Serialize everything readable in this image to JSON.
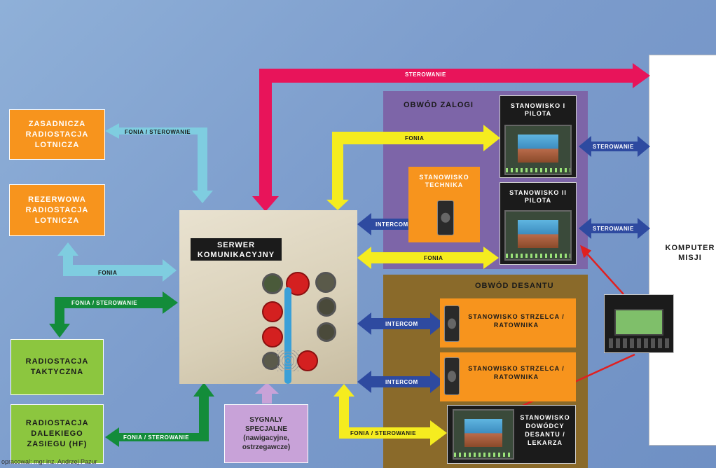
{
  "left_radios": {
    "zasadnicza": "ZASADNICZA RADIOSTACJA LOTNICZA",
    "rezerwowa": "REZERWOWA RADIOSTACJA LOTNICZA",
    "taktyczna": "RADIOSTACJA TAKTYCZNA",
    "dalekiego": "RADIOSTACJA DALEKIEGO ZASIEGU (HF)"
  },
  "server": {
    "label": "SERWER KOMUNIKACYJNY"
  },
  "signals": {
    "label": "SYGNALY SPECJALNE (nawigacyjne, ostrzegawcze)"
  },
  "crew": {
    "title": "OBWÓD ZALOGI",
    "pilot1": "STANOWISKO I PILOTA",
    "pilot2": "STANOWISKO II PILOTA",
    "technik": "STANOWISKO TECHNIKA"
  },
  "landing": {
    "title": "OBWÓD DESANTU",
    "strzelec1": "STANOWISKO STRZELCA / RATOWNIKA",
    "strzelec2": "STANOWISKO STRZELCA / RATOWNIKA",
    "dowodca": "STANOWISKO DOWÓDCY DESANTU / LEKARZA"
  },
  "computer": {
    "label": "KOMPUTER MISJI"
  },
  "arrows": {
    "sterowanie_top": "STEROWANIE",
    "fonia_sterowanie_1": "FONIA / STEROWANIE",
    "fonia_left": "FONIA",
    "fonia_sterowanie_2": "FONIA / STEROWANIE",
    "fonia_sterowanie_3": "FONIA / STEROWANIE",
    "fonia_crew": "FONIA",
    "intercom_1": "INTERCOM",
    "fonia_mid": "FONIA",
    "sterowanie_p1": "STEROWANIE",
    "sterowanie_p2": "STEROWANIE",
    "intercom_2": "INTERCOM",
    "intercom_3": "INTERCOM",
    "fonia_sterowanie_4": "FONIA / STEROWANIE"
  },
  "colors": {
    "orange": "#f7941d",
    "green": "#8cc63f",
    "crew_region": "#7d65a8",
    "landing_region": "#8a6a2a",
    "light_blue_arrow": "#7fcde0",
    "dark_green_arrow": "#138c3a",
    "yellow_arrow": "#f5ec1f",
    "navy_arrow": "#2e4aa0",
    "magenta_arrow": "#e8145a",
    "pointer_red": "#e02020"
  },
  "credit": "opracowal: mgr inz. Andrzej Pazur"
}
